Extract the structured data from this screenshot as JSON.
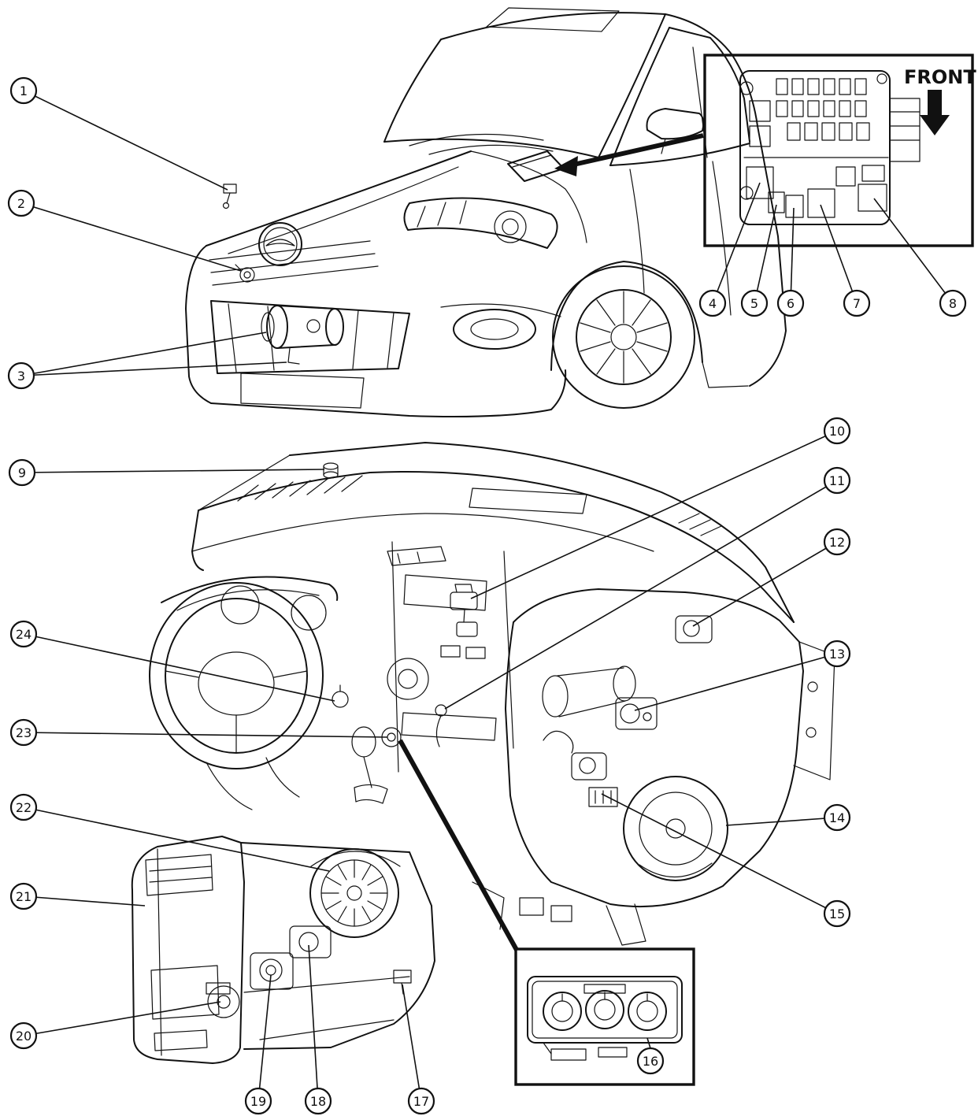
{
  "diagram": {
    "ink_color": "#111111",
    "background_color": "#ffffff",
    "labels": {
      "front": "FRONT"
    },
    "callouts": [
      {
        "label": "1"
      },
      {
        "label": "2"
      },
      {
        "label": "3"
      },
      {
        "label": "4"
      },
      {
        "label": "5"
      },
      {
        "label": "6"
      },
      {
        "label": "7"
      },
      {
        "label": "8"
      },
      {
        "label": "9"
      },
      {
        "label": "10"
      },
      {
        "label": "11"
      },
      {
        "label": "12"
      },
      {
        "label": "13"
      },
      {
        "label": "14"
      },
      {
        "label": "15"
      },
      {
        "label": "16"
      },
      {
        "label": "17"
      },
      {
        "label": "18"
      },
      {
        "label": "19"
      },
      {
        "label": "20"
      },
      {
        "label": "21"
      },
      {
        "label": "22"
      },
      {
        "label": "23"
      },
      {
        "label": "24"
      }
    ]
  }
}
